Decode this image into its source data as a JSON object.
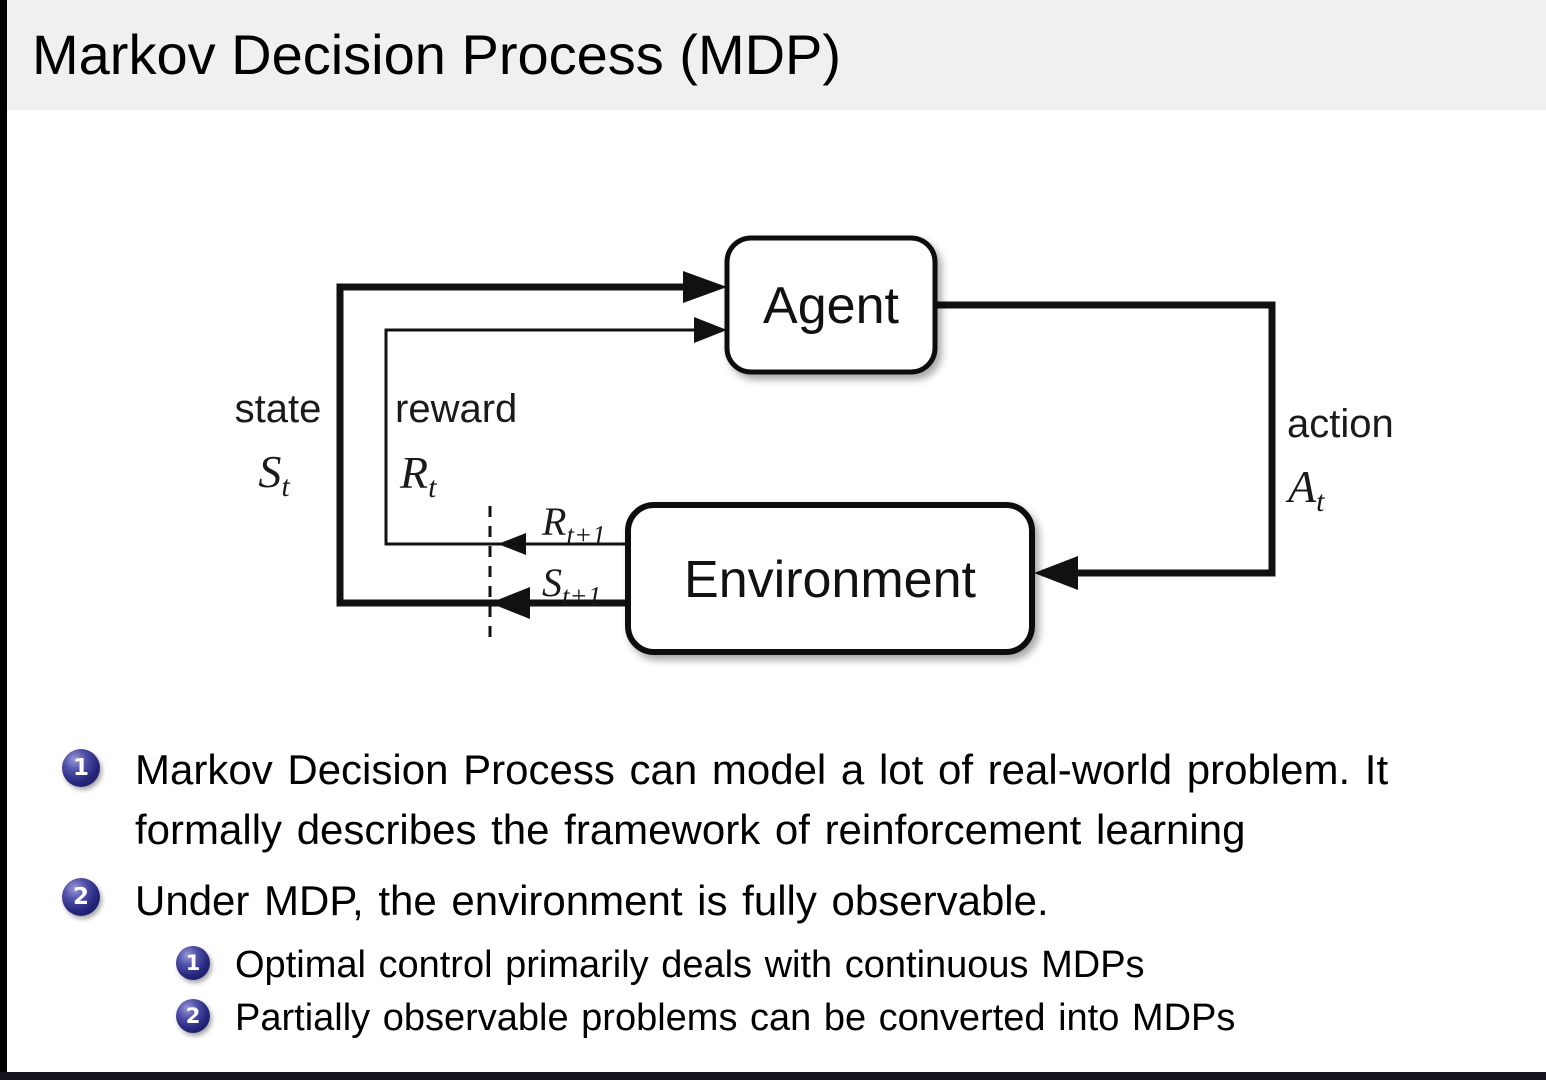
{
  "slide": {
    "title": "Markov Decision Process (MDP)",
    "bullets": {
      "b1": {
        "number": "1",
        "line1": "Markov Decision Process can model a lot of real-world problem. It",
        "line2": "formally describes the framework of reinforcement learning"
      },
      "b2": {
        "number": "2",
        "text": "Under MDP, the environment is fully observable."
      },
      "b2s1": {
        "number": "1",
        "text": "Optimal control primarily deals with continuous MDPs"
      },
      "b2s2": {
        "number": "2",
        "text": "Partially observable problems can be converted into MDPs"
      }
    }
  },
  "diagram": {
    "agent": "Agent",
    "environment": "Environment",
    "state_label": "state",
    "state_sym": "S",
    "state_sub": "t",
    "reward_label": "reward",
    "reward_sym": "R",
    "reward_sub": "t",
    "action_label": "action",
    "action_sym": "A",
    "action_sub": "t",
    "reward_next_sym": "R",
    "reward_next_sub": "t+1",
    "state_next_sym": "S",
    "state_next_sub": "t+1"
  },
  "colors": {
    "title_bar_bg": "#f0f0f0",
    "bullet_ball": "#26267c",
    "body_text": "#000000",
    "diagram_stroke": "#111111",
    "left_edge": "#000000",
    "bottom_bar": "#14141c"
  }
}
